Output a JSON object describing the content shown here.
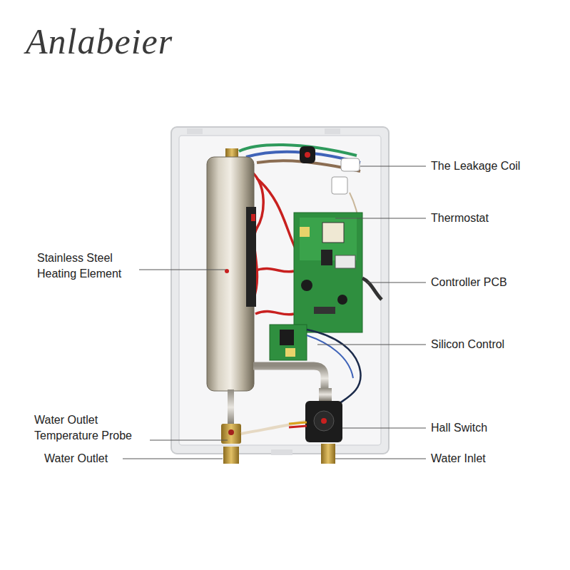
{
  "diagram": {
    "labels": [
      "Anlabeier",
      "The Leakage Coil",
      "Thermostat",
      "Controller PCB",
      "Silicon Control",
      "Hall Switch",
      "Water Inlet",
      "Stainless Steel Heating Element",
      "Water Outlet Temperature Probe",
      "Water Outlet"
    ]
  }
}
